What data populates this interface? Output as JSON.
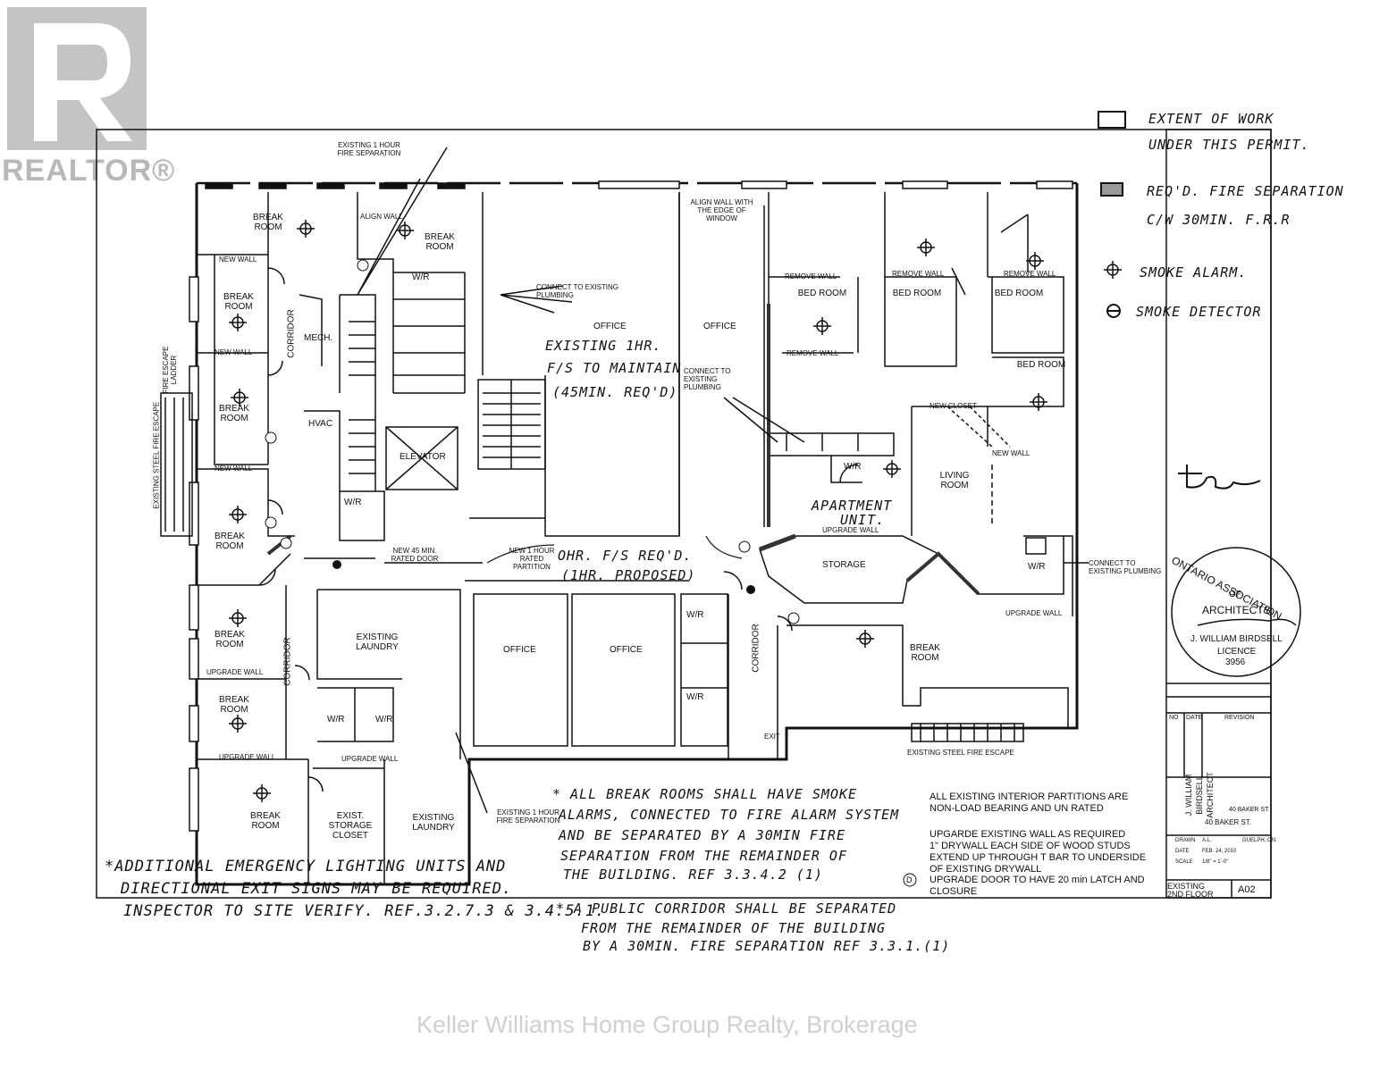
{
  "branding": {
    "logo_text": "REALTOR®",
    "watermark": "Keller Williams Home Group Realty, Brokerage"
  },
  "legend": {
    "extent_of_work_line1": "EXTENT OF WORK",
    "extent_of_work_line2": "UNDER THIS PERMIT.",
    "fire_sep_line1": "REQ'D. FIRE SEPARATION",
    "fire_sep_line2": "C/W 30MIN. F.R.R",
    "smoke_alarm": "SMOKE ALARM.",
    "smoke_detector": "SMOKE DETECTOR"
  },
  "rooms": {
    "break_room": "BREAK ROOM",
    "break_room_alt": "BREAK ROOM",
    "break_room_align": "BREAK ROOM",
    "break_room_3": "BREAK ROOM",
    "break_room_4": "BREAK ROOM",
    "break_room_5": "BREAK ROOM",
    "break_room_6": "BREAK ROOM",
    "break_room_7": "BREAK ROOM",
    "break_room_8": "BREAK ROOM",
    "break_room_right": "BREAK ROOM",
    "mech": "MECH.",
    "hvac": "HVAC",
    "elevator": "ELEVATOR",
    "office_1": "OFFICE",
    "office_2": "OFFICE",
    "office_3": "OFFICE",
    "office_4": "OFFICE",
    "bed_room_1": "BED ROOM",
    "bed_room_2": "BED ROOM",
    "bed_room_3": "BED ROOM",
    "bed_room_4": "BED ROOM",
    "living_room": "LIVING ROOM",
    "storage": "STORAGE",
    "existing_laundry_1": "EXISTING LAUNDRY",
    "existing_laundry_2": "EXISTING LAUNDRY",
    "exist_storage_closet": "EXIST. STORAGE CLOSET",
    "corridor_1": "CORRIDOR",
    "corridor_2": "CORRIDOR",
    "corridor_3": "CORRIDOR",
    "wr": "W/R"
  },
  "labels": {
    "existing_1hr_sep_top": "EXISTING 1 HOUR FIRE SEPARATION",
    "existing_1hr_sep_bottom": "EXISTING 1 HOUR FIRE SEPARATION",
    "align_wall": "ALIGN WALL",
    "align_wall_window": "ALIGN WALL WITH THE EDGE OF WINDOW",
    "new_wall": "NEW WALL",
    "connect_plumbing_1": "CONNECT TO EXISTING PLUMBING",
    "connect_plumbing_2": "CONNECT TO EXISTING PLUMBING",
    "connect_plumbing_3": "CONNECT TO EXISTING PLUMBING",
    "remove_wall": "REMOVE WALL",
    "new_closet": "NEW CLOSET",
    "upgrade_wall": "UPGRADE WALL",
    "new_45_door": "NEW 45 MIN. RATED DOOR",
    "new_1hr_partition": "NEW 1 HOUR RATED PARTITION",
    "fire_escape_ladder": "FIRE ESCAPE LADDER",
    "existing_steel_fire_escape_left": "EXISTING STEEL FIRE ESCAPE",
    "existing_steel_fire_escape_bottom": "EXISTING STEEL FIRE ESCAPE",
    "exit": "EXIT"
  },
  "handwritten": {
    "existing_1hr_fs_l1": "EXISTING 1HR.",
    "existing_1hr_fs_l2": "F/S TO MAINTAIN",
    "existing_1hr_fs_l3": "(45MIN. REQ'D)",
    "ohr_fs_l1": "OHR. F/S REQ'D.",
    "ohr_fs_l2": "(1HR. PROPOSED)",
    "apartment_unit_l1": "APARTMENT",
    "apartment_unit_l2": "UNIT.",
    "break_rooms_note_l1": "* ALL BREAK ROOMS SHALL HAVE SMOKE",
    "break_rooms_note_l2": "ALARMS, CONNECTED TO FIRE ALARM SYSTEM",
    "break_rooms_note_l3": "AND BE SEPARATED BY A 30MIN FIRE",
    "break_rooms_note_l4": "SEPARATION FROM THE REMAINDER OF",
    "break_rooms_note_l5": "THE BUILDING. REF 3.3.4.2 (1)",
    "emergency_note_l1": "*ADDITIONAL EMERGENCY LIGHTING UNITS AND",
    "emergency_note_l2": "DIRECTIONAL EXIT SIGNS MAY BE REQUIRED.",
    "emergency_note_l3": "INSPECTOR TO SITE VERIFY. REF.3.2.7.3 & 3.4.5.1.",
    "corridor_note_l1": "* A PUBLIC CORRIDOR SHALL BE SEPARATED",
    "corridor_note_l2": "FROM THE REMAINDER OF THE BUILDING",
    "corridor_note_l3": "BY A 30MIN. FIRE SEPARATION REF 3.3.1.(1)",
    "signature": "tees"
  },
  "notes": {
    "partitions_l1": "ALL EXISTING INTERIOR PARTITIONS  ARE",
    "partitions_l2": "NON-LOAD BEARING AND UN RATED",
    "upgrade_l1": "UPGARDE EXISTING WALL AS REQUIRED",
    "upgrade_l2": "1\" DRYWALL EACH SIDE OF WOOD STUDS",
    "upgrade_l3": "EXTEND UP THROUGH T BAR TO UNDERSIDE",
    "upgrade_l4": "OF EXISTING DRYWALL",
    "door_symbol": "D",
    "door_l1": "UPGRADE DOOR TO HAVE 20 min LATCH AND",
    "door_l2": "CLOSURE"
  },
  "stamp": {
    "ring_text": "ONTARIO ASSOCIATION",
    "of": "OF",
    "architects": "ARCHITECTS",
    "name": "J. WILLIAM BIRDSELL",
    "licence": "LICENCE",
    "number": "3956"
  },
  "title_block": {
    "firm_l1": "J. WILLIAM",
    "firm_l2": "BIRDSELL",
    "firm_l3": "ARCHITECT",
    "col_no": "NO",
    "col_date": "DATE",
    "col_revision": "REVISION",
    "address": "40 BAKER ST.",
    "city": "GUELPH, ON.",
    "drawn_label": "DRAWN",
    "drawn": "A.L.",
    "date_label": "DATE",
    "date": "FEB. 24, 2010",
    "scale_label": "SCALE",
    "scale": "1/8\" = 1'-0\"",
    "project": "40 BAKER ST.",
    "existing": "EXISTING",
    "floor": "2ND FLOOR",
    "sheet": "A02"
  }
}
